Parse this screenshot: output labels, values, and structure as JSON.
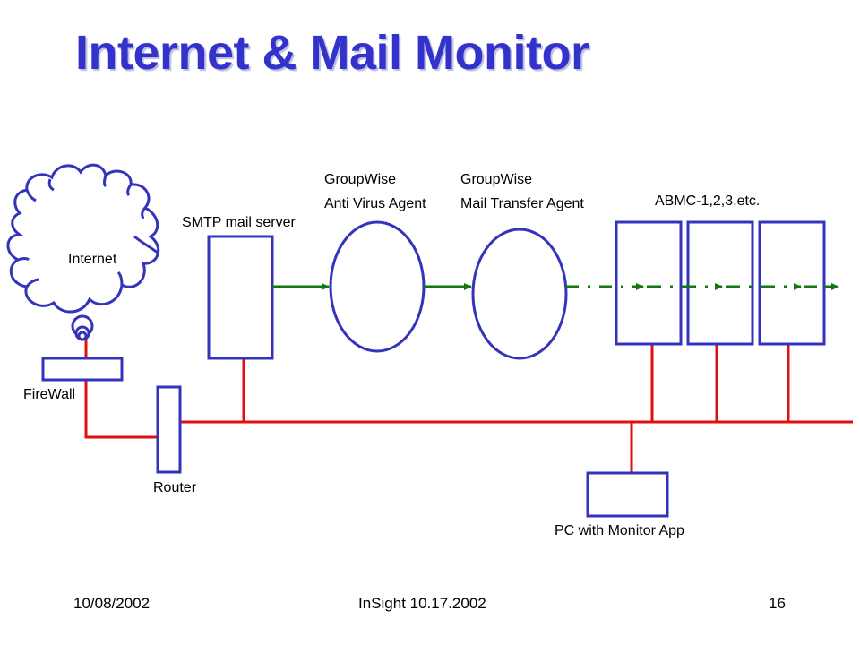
{
  "slide": {
    "title": "Internet & Mail Monitor",
    "colors": {
      "title": "#3333cc",
      "shape_stroke": "#3333bb",
      "network_line": "#dd1111",
      "mail_flow": "#117711"
    }
  },
  "diagram": {
    "nodes": {
      "internet": {
        "label": "Internet",
        "shape": "cloud"
      },
      "firewall": {
        "label": "FireWall",
        "shape": "box"
      },
      "router": {
        "label": "Router",
        "shape": "box"
      },
      "smtp": {
        "label": "SMTP mail server",
        "shape": "box"
      },
      "antivirus": {
        "label_line1": "GroupWise",
        "label_line2": "Anti Virus Agent",
        "shape": "ellipse"
      },
      "mta": {
        "label_line1": "GroupWise",
        "label_line2": "Mail Transfer Agent",
        "shape": "ellipse"
      },
      "abmc": {
        "label": "ABMC-1,2,3,etc.",
        "shape": "box-group",
        "count": 3
      },
      "pc": {
        "label": "PC with Monitor App",
        "shape": "box"
      }
    },
    "connections": [
      {
        "from": "internet",
        "to": "firewall",
        "type": "network"
      },
      {
        "from": "firewall",
        "to": "router",
        "type": "network"
      },
      {
        "from": "router",
        "to": "lan-bus",
        "type": "network"
      },
      {
        "from": "smtp",
        "to": "lan-bus",
        "type": "network"
      },
      {
        "from": "abmc-1",
        "to": "lan-bus",
        "type": "network"
      },
      {
        "from": "abmc-2",
        "to": "lan-bus",
        "type": "network"
      },
      {
        "from": "abmc-3",
        "to": "lan-bus",
        "type": "network"
      },
      {
        "from": "pc",
        "to": "lan-bus",
        "type": "network"
      },
      {
        "from": "smtp",
        "to": "antivirus",
        "type": "mail-flow-solid"
      },
      {
        "from": "antivirus",
        "to": "mta",
        "type": "mail-flow-solid"
      },
      {
        "from": "mta",
        "to": "abmc",
        "type": "mail-flow-dashed"
      }
    ]
  },
  "footer": {
    "date": "10/08/2002",
    "center": "InSight 10.17.2002",
    "page": "16"
  }
}
